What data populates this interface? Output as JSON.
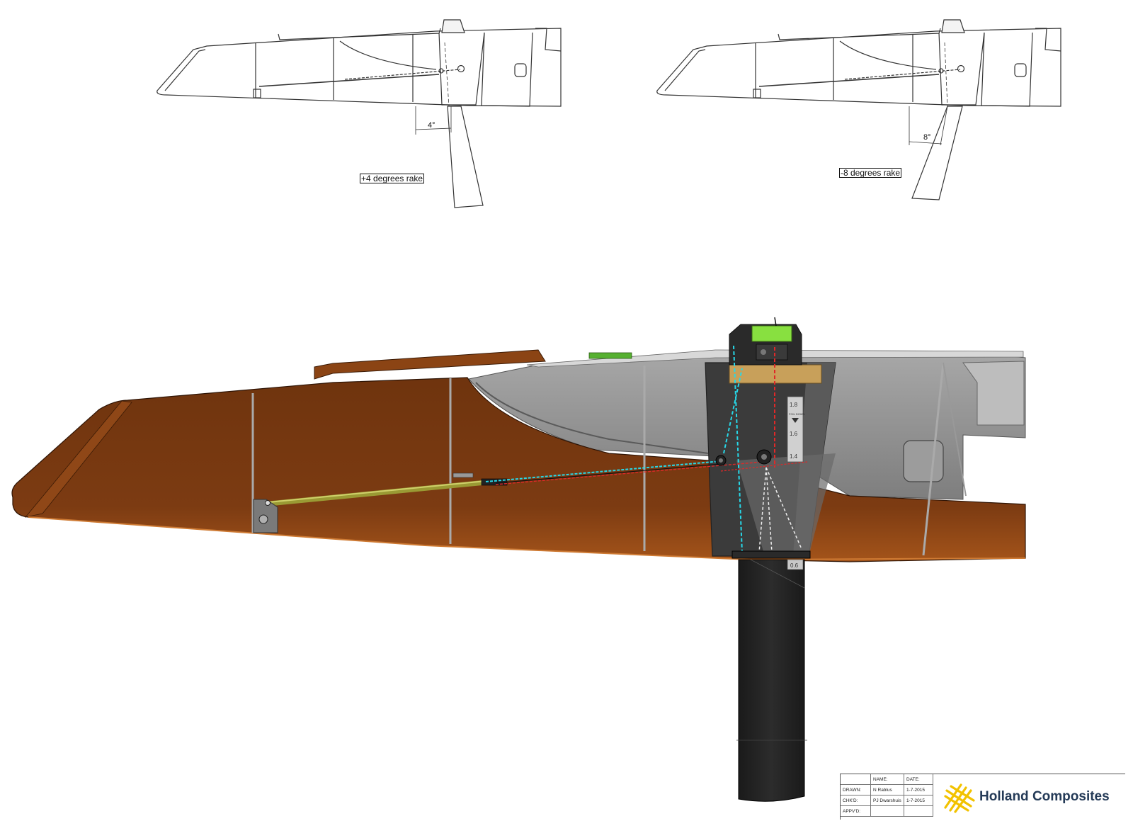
{
  "top_left_view": {
    "angle_label": "4°",
    "caption": "+4 degrees rake"
  },
  "top_right_view": {
    "angle_label": "8°",
    "caption": "-8 degrees rake"
  },
  "main_view": {
    "scale_marks": [
      "1.8",
      "FOIL DOWN",
      "1.6",
      "1.4",
      "0.6"
    ]
  },
  "title_block": {
    "headers": [
      "",
      "NAME:",
      "DATE:"
    ],
    "rows": [
      {
        "label": "DRAWN:",
        "name": "N Rablus",
        "date": "1-7-2015"
      },
      {
        "label": "CHK'D:",
        "name": "PJ Dwarshuis",
        "date": "1-7-2015"
      },
      {
        "label": "APPV'D:",
        "name": "",
        "date": ""
      }
    ],
    "company": "Holland Composites",
    "brand_color": "#f2c200",
    "text_color": "#243a57"
  },
  "colors": {
    "hull_brown": "#7a3a12",
    "cabin_grey": "#8d8d8d",
    "foil_black": "#1e1e1e",
    "rod_olive": "#9a9a34",
    "bracket_tan": "#c8a05a",
    "winch_green": "#88e040",
    "line_cyan": "#27d8e8",
    "line_red": "#e02828"
  }
}
